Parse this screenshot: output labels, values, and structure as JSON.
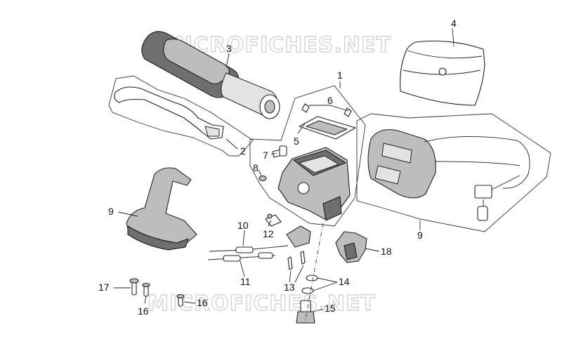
{
  "watermark": {
    "top": "MICROFICHES.NET",
    "bottom": "MICROFICHES.NET"
  },
  "callouts": [
    "1",
    "2",
    "3",
    "4",
    "5",
    "6",
    "7",
    "8",
    "9",
    "9",
    "10",
    "11",
    "12",
    "13",
    "14",
    "15",
    "16",
    "16",
    "17",
    "18"
  ],
  "colors": {
    "grip": "#6f6f6f",
    "housing": "#bdbdbd",
    "outline": "#222222"
  }
}
